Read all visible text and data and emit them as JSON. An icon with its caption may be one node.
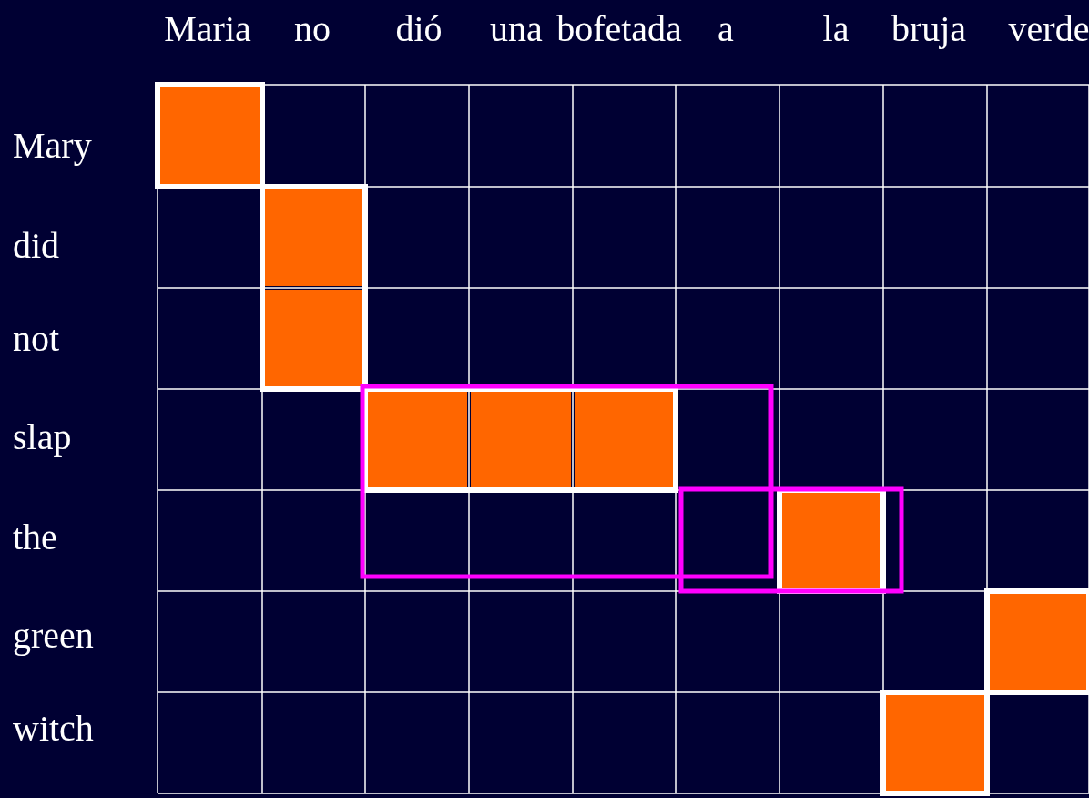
{
  "diagram": {
    "labels": [
      "Maria",
      "no",
      "dió",
      "una",
      "bofetada",
      "a",
      "la",
      "bruja",
      "verde",
      "Mary",
      "did",
      "not",
      "slap",
      "the",
      "green",
      "witch"
    ]
  }
}
